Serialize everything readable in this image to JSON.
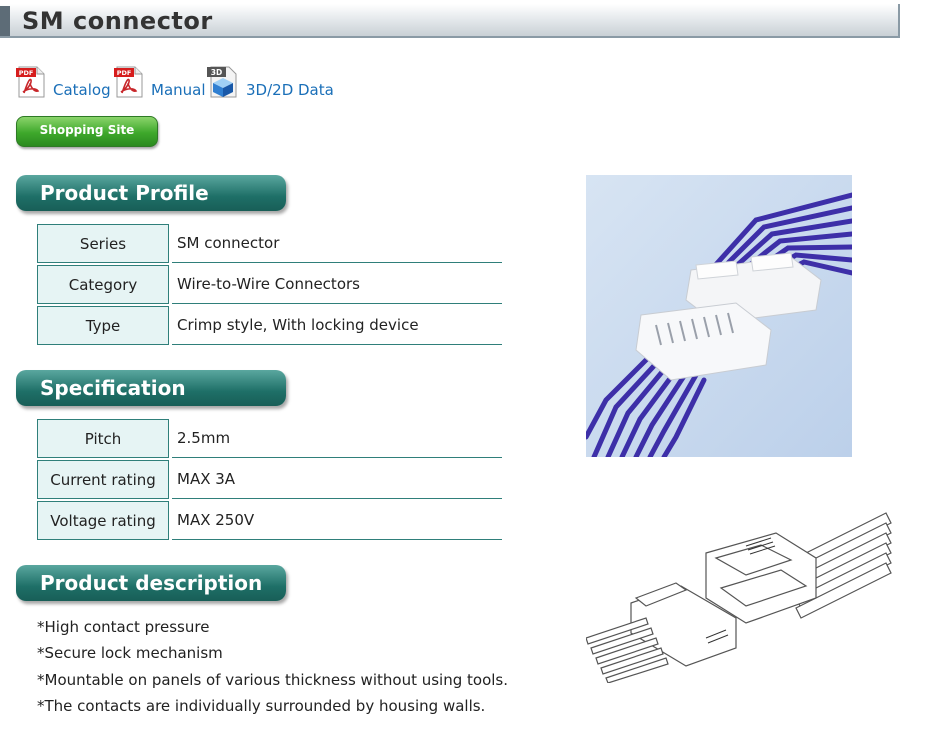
{
  "header": {
    "title": "SM connector"
  },
  "links": [
    {
      "label": "Catalog",
      "icon": "pdf-icon"
    },
    {
      "label": "Manual",
      "icon": "pdf-icon"
    },
    {
      "label": "3D/2D Data",
      "icon": "3d-data-icon"
    }
  ],
  "icons": {
    "pdf_badge": "PDF",
    "three_d_badge": "3D"
  },
  "shopping": {
    "label": "Shopping Site"
  },
  "profile": {
    "heading": "Product Profile",
    "rows": [
      {
        "key": "Series",
        "value": "SM connector"
      },
      {
        "key": "Category",
        "value": "Wire-to-Wire Connectors"
      },
      {
        "key": "Type",
        "value": "Crimp style, With locking device"
      }
    ]
  },
  "specification": {
    "heading": "Specification",
    "rows": [
      {
        "key": "Pitch",
        "value": "2.5mm"
      },
      {
        "key": "Current rating",
        "value": "MAX 3A"
      },
      {
        "key": "Voltage rating",
        "value": "MAX 250V"
      }
    ]
  },
  "description": {
    "heading": "Product description",
    "items": [
      "*High contact pressure",
      "*Secure lock mechanism",
      "*Mountable on panels of various thickness without using tools.",
      "*The contacts are individually surrounded by housing walls."
    ]
  },
  "colors": {
    "accent": "#1e6f67",
    "link": "#1a6fb8",
    "shop": "#3ea82b"
  }
}
